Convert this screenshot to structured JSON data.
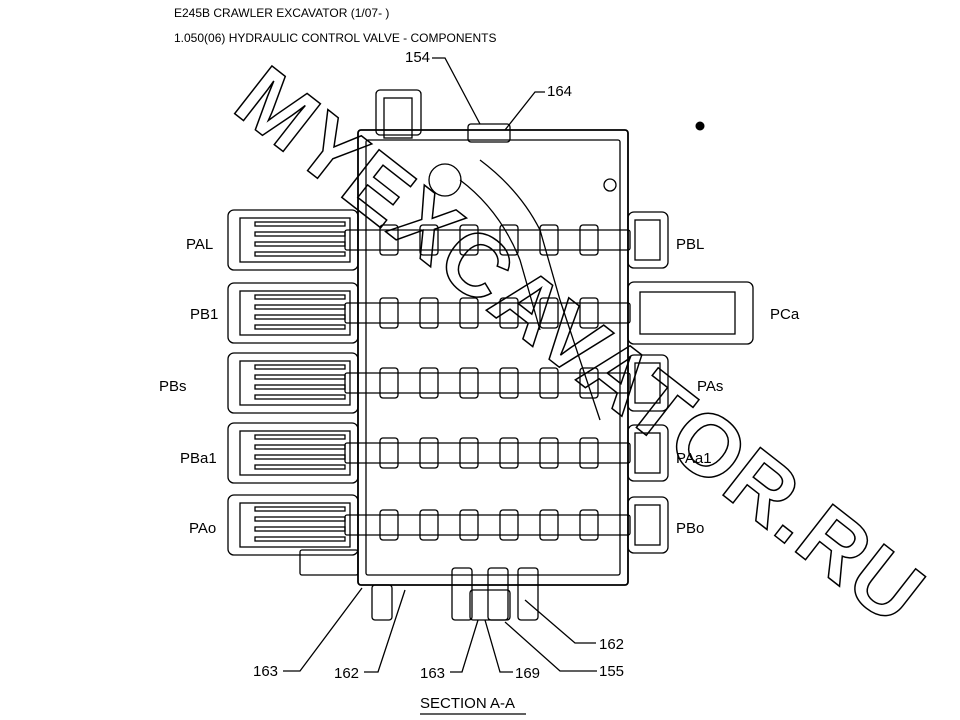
{
  "header": {
    "model": "E245B CRAWLER EXCAVATOR (1/07- )",
    "section": "1.050(06) HYDRAULIC CONTROL VALVE - COMPONENTS"
  },
  "watermark": "MYEXCAVATOR.RU",
  "ports_left": [
    "PAL",
    "PB1",
    "PBs",
    "PBa1",
    "PAo"
  ],
  "ports_right": [
    "PBL",
    "PCa",
    "PAs",
    "PAa1",
    "PBo"
  ],
  "callouts_top": [
    "154",
    "164"
  ],
  "callouts_bottom": [
    "163",
    "162",
    "163",
    "169",
    "155",
    "162"
  ],
  "section_title": "SECTION A-A"
}
